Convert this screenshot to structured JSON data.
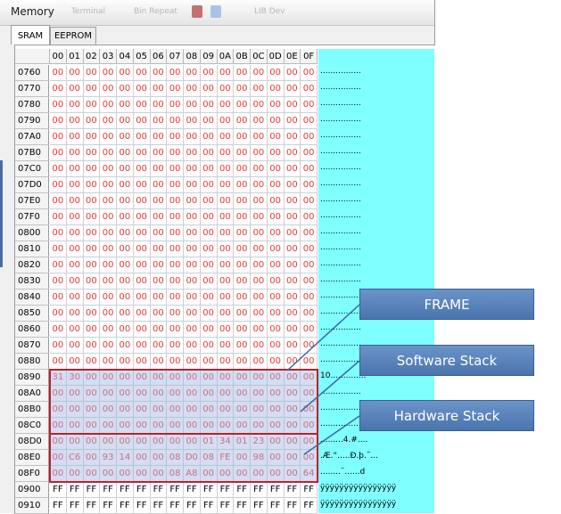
{
  "window": {
    "title": "Memory"
  },
  "toolbar_ghost": [
    "Terminal",
    "Bin Repeat",
    "LIB Dev"
  ],
  "tabs": [
    {
      "label": "SRAM",
      "active": true
    },
    {
      "label": "EEPROM",
      "active": false
    }
  ],
  "columns": [
    "00",
    "01",
    "02",
    "03",
    "04",
    "05",
    "06",
    "07",
    "08",
    "09",
    "0A",
    "0B",
    "0C",
    "0D",
    "0E",
    "0F"
  ],
  "rows": [
    {
      "addr": "0760",
      "bytes": [
        "00",
        "00",
        "00",
        "00",
        "00",
        "00",
        "00",
        "00",
        "00",
        "00",
        "00",
        "00",
        "00",
        "00",
        "00",
        "00"
      ],
      "ascii": "................"
    },
    {
      "addr": "0770",
      "bytes": [
        "00",
        "00",
        "00",
        "00",
        "00",
        "00",
        "00",
        "00",
        "00",
        "00",
        "00",
        "00",
        "00",
        "00",
        "00",
        "00"
      ],
      "ascii": "................"
    },
    {
      "addr": "0780",
      "bytes": [
        "00",
        "00",
        "00",
        "00",
        "00",
        "00",
        "00",
        "00",
        "00",
        "00",
        "00",
        "00",
        "00",
        "00",
        "00",
        "00"
      ],
      "ascii": "................"
    },
    {
      "addr": "0790",
      "bytes": [
        "00",
        "00",
        "00",
        "00",
        "00",
        "00",
        "00",
        "00",
        "00",
        "00",
        "00",
        "00",
        "00",
        "00",
        "00",
        "00"
      ],
      "ascii": "................"
    },
    {
      "addr": "07A0",
      "bytes": [
        "00",
        "00",
        "00",
        "00",
        "00",
        "00",
        "00",
        "00",
        "00",
        "00",
        "00",
        "00",
        "00",
        "00",
        "00",
        "00"
      ],
      "ascii": "................"
    },
    {
      "addr": "07B0",
      "bytes": [
        "00",
        "00",
        "00",
        "00",
        "00",
        "00",
        "00",
        "00",
        "00",
        "00",
        "00",
        "00",
        "00",
        "00",
        "00",
        "00"
      ],
      "ascii": "................"
    },
    {
      "addr": "07C0",
      "bytes": [
        "00",
        "00",
        "00",
        "00",
        "00",
        "00",
        "00",
        "00",
        "00",
        "00",
        "00",
        "00",
        "00",
        "00",
        "00",
        "00"
      ],
      "ascii": "................"
    },
    {
      "addr": "07D0",
      "bytes": [
        "00",
        "00",
        "00",
        "00",
        "00",
        "00",
        "00",
        "00",
        "00",
        "00",
        "00",
        "00",
        "00",
        "00",
        "00",
        "00"
      ],
      "ascii": "................"
    },
    {
      "addr": "07E0",
      "bytes": [
        "00",
        "00",
        "00",
        "00",
        "00",
        "00",
        "00",
        "00",
        "00",
        "00",
        "00",
        "00",
        "00",
        "00",
        "00",
        "00"
      ],
      "ascii": "................"
    },
    {
      "addr": "07F0",
      "bytes": [
        "00",
        "00",
        "00",
        "00",
        "00",
        "00",
        "00",
        "00",
        "00",
        "00",
        "00",
        "00",
        "00",
        "00",
        "00",
        "00"
      ],
      "ascii": "................"
    },
    {
      "addr": "0800",
      "bytes": [
        "00",
        "00",
        "00",
        "00",
        "00",
        "00",
        "00",
        "00",
        "00",
        "00",
        "00",
        "00",
        "00",
        "00",
        "00",
        "00"
      ],
      "ascii": "................"
    },
    {
      "addr": "0810",
      "bytes": [
        "00",
        "00",
        "00",
        "00",
        "00",
        "00",
        "00",
        "00",
        "00",
        "00",
        "00",
        "00",
        "00",
        "00",
        "00",
        "00"
      ],
      "ascii": "................"
    },
    {
      "addr": "0820",
      "bytes": [
        "00",
        "00",
        "00",
        "00",
        "00",
        "00",
        "00",
        "00",
        "00",
        "00",
        "00",
        "00",
        "00",
        "00",
        "00",
        "00"
      ],
      "ascii": "................"
    },
    {
      "addr": "0830",
      "bytes": [
        "00",
        "00",
        "00",
        "00",
        "00",
        "00",
        "00",
        "00",
        "00",
        "00",
        "00",
        "00",
        "00",
        "00",
        "00",
        "00"
      ],
      "ascii": "................"
    },
    {
      "addr": "0840",
      "bytes": [
        "00",
        "00",
        "00",
        "00",
        "00",
        "00",
        "00",
        "00",
        "00",
        "00",
        "00",
        "00",
        "00",
        "00",
        "00",
        "00"
      ],
      "ascii": "................"
    },
    {
      "addr": "0850",
      "bytes": [
        "00",
        "00",
        "00",
        "00",
        "00",
        "00",
        "00",
        "00",
        "00",
        "00",
        "00",
        "00",
        "00",
        "00",
        "00",
        "00"
      ],
      "ascii": "................"
    },
    {
      "addr": "0860",
      "bytes": [
        "00",
        "00",
        "00",
        "00",
        "00",
        "00",
        "00",
        "00",
        "00",
        "00",
        "00",
        "00",
        "00",
        "00",
        "00",
        "00"
      ],
      "ascii": "................"
    },
    {
      "addr": "0870",
      "bytes": [
        "00",
        "00",
        "00",
        "00",
        "00",
        "00",
        "00",
        "00",
        "00",
        "00",
        "00",
        "00",
        "00",
        "00",
        "00",
        "00"
      ],
      "ascii": "................"
    },
    {
      "addr": "0880",
      "bytes": [
        "00",
        "00",
        "00",
        "00",
        "00",
        "00",
        "00",
        "00",
        "00",
        "00",
        "00",
        "00",
        "00",
        "00",
        "00",
        "00"
      ],
      "ascii": "................"
    },
    {
      "addr": "0890",
      "bytes": [
        "31",
        "30",
        "00",
        "00",
        "00",
        "00",
        "00",
        "00",
        "00",
        "00",
        "00",
        "00",
        "00",
        "00",
        "00",
        "00"
      ],
      "ascii": "10.............."
    },
    {
      "addr": "08A0",
      "bytes": [
        "00",
        "00",
        "00",
        "00",
        "00",
        "00",
        "00",
        "00",
        "00",
        "00",
        "00",
        "00",
        "00",
        "00",
        "00",
        "00"
      ],
      "ascii": "................"
    },
    {
      "addr": "08B0",
      "bytes": [
        "00",
        "00",
        "00",
        "00",
        "00",
        "00",
        "00",
        "00",
        "00",
        "00",
        "00",
        "00",
        "00",
        "00",
        "00",
        "00"
      ],
      "ascii": "................"
    },
    {
      "addr": "08C0",
      "bytes": [
        "00",
        "00",
        "00",
        "00",
        "00",
        "00",
        "00",
        "00",
        "00",
        "00",
        "00",
        "00",
        "00",
        "00",
        "00",
        "00"
      ],
      "ascii": "................"
    },
    {
      "addr": "08D0",
      "bytes": [
        "00",
        "00",
        "00",
        "00",
        "00",
        "00",
        "00",
        "00",
        "00",
        "01",
        "34",
        "01",
        "23",
        "00",
        "00",
        "00"
      ],
      "ascii": ".........4.#...."
    },
    {
      "addr": "08E0",
      "bytes": [
        "00",
        "C6",
        "00",
        "93",
        "14",
        "00",
        "00",
        "08",
        "D0",
        "08",
        "FE",
        "00",
        "98",
        "00",
        "00",
        "00"
      ],
      "ascii": ".Æ.“.....Ð.þ.˜..."
    },
    {
      "addr": "08F0",
      "bytes": [
        "00",
        "00",
        "00",
        "00",
        "00",
        "00",
        "00",
        "08",
        "A8",
        "00",
        "00",
        "00",
        "00",
        "00",
        "00",
        "64"
      ],
      "ascii": "........¨......d"
    },
    {
      "addr": "0900",
      "bytes": [
        "FF",
        "FF",
        "FF",
        "FF",
        "FF",
        "FF",
        "FF",
        "FF",
        "FF",
        "FF",
        "FF",
        "FF",
        "FF",
        "FF",
        "FF",
        "FF"
      ],
      "ascii": "ÿÿÿÿÿÿÿÿÿÿÿÿÿÿÿÿ"
    },
    {
      "addr": "0910",
      "bytes": [
        "FF",
        "FF",
        "FF",
        "FF",
        "FF",
        "FF",
        "FF",
        "FF",
        "FF",
        "FF",
        "FF",
        "FF",
        "FF",
        "FF",
        "FF",
        "FF"
      ],
      "ascii": "ÿÿÿÿÿÿÿÿÿÿÿÿÿÿÿÿ"
    }
  ],
  "callouts": {
    "frame": "FRAME",
    "software_stack": "Software Stack",
    "hardware_stack": "Hardware Stack"
  },
  "colors": {
    "byte_value": "#e8393a",
    "ascii_background": "#7fffff",
    "highlight_border": "#c0202a",
    "callout_fill": "#4a75ad"
  }
}
